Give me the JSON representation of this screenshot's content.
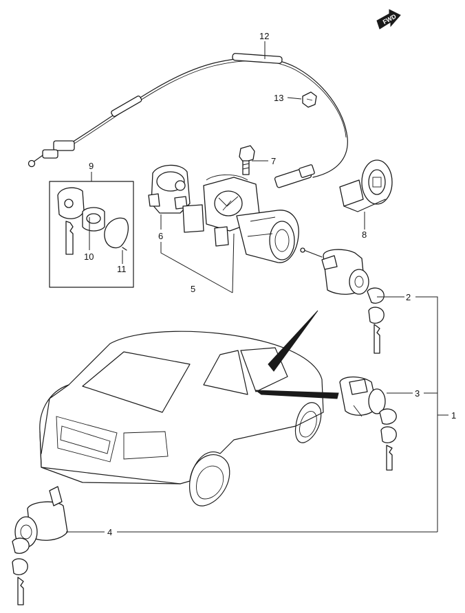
{
  "forward_badge": "FWD",
  "callouts": {
    "c1": "1",
    "c2": "2",
    "c3": "3",
    "c4": "4",
    "c5": "5",
    "c6": "6",
    "c7": "7",
    "c8": "8",
    "c9": "9",
    "c10": "10",
    "c11": "11",
    "c12": "12",
    "c13": "13"
  },
  "colors": {
    "line": "#1a1a1a",
    "background": "#ffffff"
  }
}
